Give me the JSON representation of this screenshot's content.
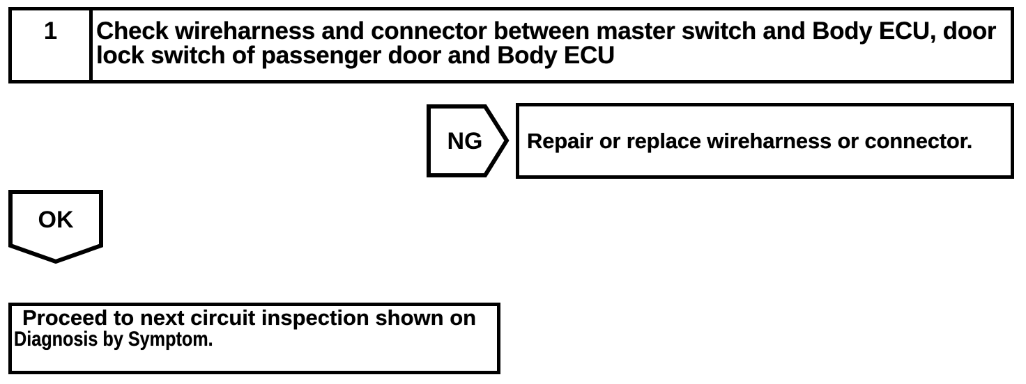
{
  "flowchart": {
    "step": {
      "number": "1",
      "instruction_line1": "Check wireharness and connector between master switch and Body ECU, door",
      "instruction_line2": "lock switch of passenger door and Body ECU"
    },
    "ng_branch": {
      "label": "NG",
      "action": "Repair or replace wireharness or connector."
    },
    "ok_branch": {
      "label": "OK",
      "action_line1": "Proceed to next circuit inspection shown on",
      "action_line2": "Diagnosis by Symptom."
    },
    "colors": {
      "line": "#000000",
      "background": "#ffffff"
    }
  }
}
